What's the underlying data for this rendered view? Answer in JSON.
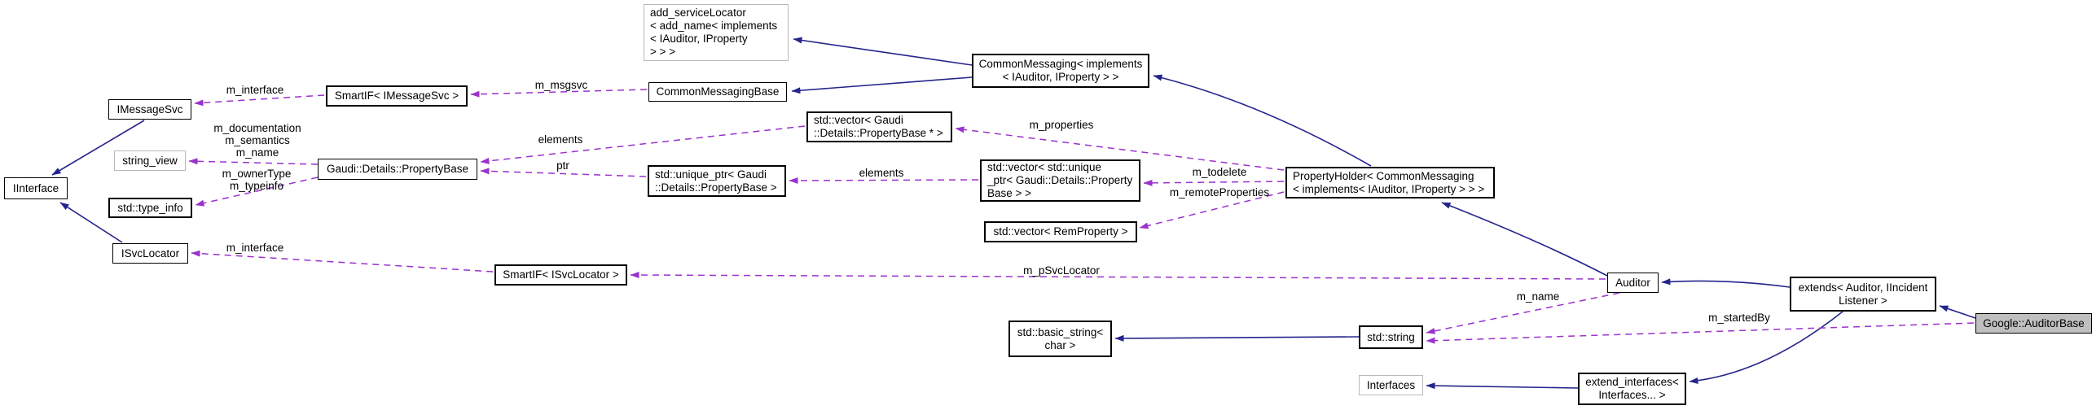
{
  "diagram": {
    "kind": "doxygen-collaboration-graph",
    "main_node": "Google::AuditorBase",
    "colors": {
      "inheritance_edge": "#24248c",
      "usage_edge": "#9a32cd",
      "node_fill": "#ffffff",
      "main_node_fill": "#bfbfbf",
      "node_border": "#000000",
      "external_node_border": "#b9b9b9"
    }
  },
  "nodes": [
    {
      "label": "add_serviceLocator\n< add_name< implements\n< IAuditor, IProperty\n> > >"
    },
    {
      "label": "CommonMessaging< implements\n< IAuditor, IProperty > >"
    },
    {
      "label": "CommonMessagingBase"
    },
    {
      "label": "SmartIF< IMessageSvc >"
    },
    {
      "label": "IMessageSvc"
    },
    {
      "label": "string_view"
    },
    {
      "label": "IInterface"
    },
    {
      "label": "std::type_info"
    },
    {
      "label": "ISvcLocator"
    },
    {
      "label": "Gaudi::Details::PropertyBase"
    },
    {
      "label": "std::vector< Gaudi\n::Details::PropertyBase * >"
    },
    {
      "label": "std::unique_ptr< Gaudi\n::Details::PropertyBase >"
    },
    {
      "label": "std::vector< std::unique\n_ptr< Gaudi::Details::Property\nBase > >"
    },
    {
      "label": "std::vector< RemProperty >"
    },
    {
      "label": "PropertyHolder< CommonMessaging\n< implements< IAuditor, IProperty > > >"
    },
    {
      "label": "SmartIF< ISvcLocator >"
    },
    {
      "label": "Auditor"
    },
    {
      "label": "extends< Auditor, IIncident\nListener >"
    },
    {
      "label": "Google::AuditorBase"
    },
    {
      "label": "std::basic_string<\nchar >"
    },
    {
      "label": "std::string"
    },
    {
      "label": "Interfaces"
    },
    {
      "label": "extend_interfaces<\nInterfaces... >"
    }
  ],
  "edges": [
    {
      "from": "SmartIF< IMessageSvc >",
      "to": "IMessageSvc",
      "type": "usage",
      "label": "m_interface"
    },
    {
      "from": "CommonMessagingBase",
      "to": "SmartIF< IMessageSvc >",
      "type": "usage",
      "label": "m_msgsvc"
    },
    {
      "from": "Gaudi::Details::PropertyBase",
      "to": "string_view",
      "type": "usage",
      "label": "m_documentation\nm_semantics\nm_name"
    },
    {
      "from": "Gaudi::Details::PropertyBase",
      "to": "std::type_info",
      "type": "usage",
      "label": "m_ownerType\nm_typeinfo"
    },
    {
      "from": "std::vector< Gaudi::Details::PropertyBase * >",
      "to": "Gaudi::Details::PropertyBase",
      "type": "usage",
      "label": "elements"
    },
    {
      "from": "std::unique_ptr< Gaudi::Details::PropertyBase >",
      "to": "Gaudi::Details::PropertyBase",
      "type": "usage",
      "label": "ptr"
    },
    {
      "from": "PropertyHolder< CommonMessaging< implements< IAuditor, IProperty > > >",
      "to": "std::vector< Gaudi::Details::PropertyBase * >",
      "type": "usage",
      "label": "m_properties"
    },
    {
      "from": "std::vector< std::unique_ptr< Gaudi::Details::PropertyBase > >",
      "to": "std::unique_ptr< Gaudi::Details::PropertyBase >",
      "type": "usage",
      "label": "elements"
    },
    {
      "from": "PropertyHolder< CommonMessaging< implements< IAuditor, IProperty > > >",
      "to": "std::vector< std::unique_ptr< Gaudi::Details::PropertyBase > >",
      "type": "usage",
      "label": "m_todelete"
    },
    {
      "from": "PropertyHolder< CommonMessaging< implements< IAuditor, IProperty > > >",
      "to": "std::vector< RemProperty >",
      "type": "usage",
      "label": "m_remoteProperties"
    },
    {
      "from": "SmartIF< ISvcLocator >",
      "to": "ISvcLocator",
      "type": "usage",
      "label": "m_interface"
    },
    {
      "from": "Auditor",
      "to": "SmartIF< ISvcLocator >",
      "type": "usage",
      "label": "m_pSvcLocator"
    },
    {
      "from": "Auditor",
      "to": "std::string",
      "type": "usage",
      "label": "m_name"
    },
    {
      "from": "Google::AuditorBase",
      "to": "std::string",
      "type": "usage",
      "label": "m_startedBy"
    },
    {
      "from": "CommonMessaging< implements< IAuditor, IProperty > >",
      "to": "add_serviceLocator< add_name< implements< IAuditor, IProperty > > >",
      "type": "inheritance"
    },
    {
      "from": "CommonMessaging< implements< IAuditor, IProperty > >",
      "to": "CommonMessagingBase",
      "type": "inheritance"
    },
    {
      "from": "IMessageSvc",
      "to": "IInterface",
      "type": "inheritance"
    },
    {
      "from": "ISvcLocator",
      "to": "IInterface",
      "type": "inheritance"
    },
    {
      "from": "PropertyHolder< CommonMessaging< implements< IAuditor, IProperty > > >",
      "to": "CommonMessaging< implements< IAuditor, IProperty > >",
      "type": "inheritance"
    },
    {
      "from": "Auditor",
      "to": "PropertyHolder< CommonMessaging< implements< IAuditor, IProperty > > >",
      "type": "inheritance"
    },
    {
      "from": "extends< Auditor, IIncidentListener >",
      "to": "Auditor",
      "type": "inheritance"
    },
    {
      "from": "Google::AuditorBase",
      "to": "extends< Auditor, IIncidentListener >",
      "type": "inheritance"
    },
    {
      "from": "std::string",
      "to": "std::basic_string< char >",
      "type": "inheritance"
    },
    {
      "from": "extend_interfaces< Interfaces... >",
      "to": "Interfaces",
      "type": "inheritance"
    },
    {
      "from": "extends< Auditor, IIncidentListener >",
      "to": "extend_interfaces< Interfaces... >",
      "type": "inheritance"
    }
  ]
}
